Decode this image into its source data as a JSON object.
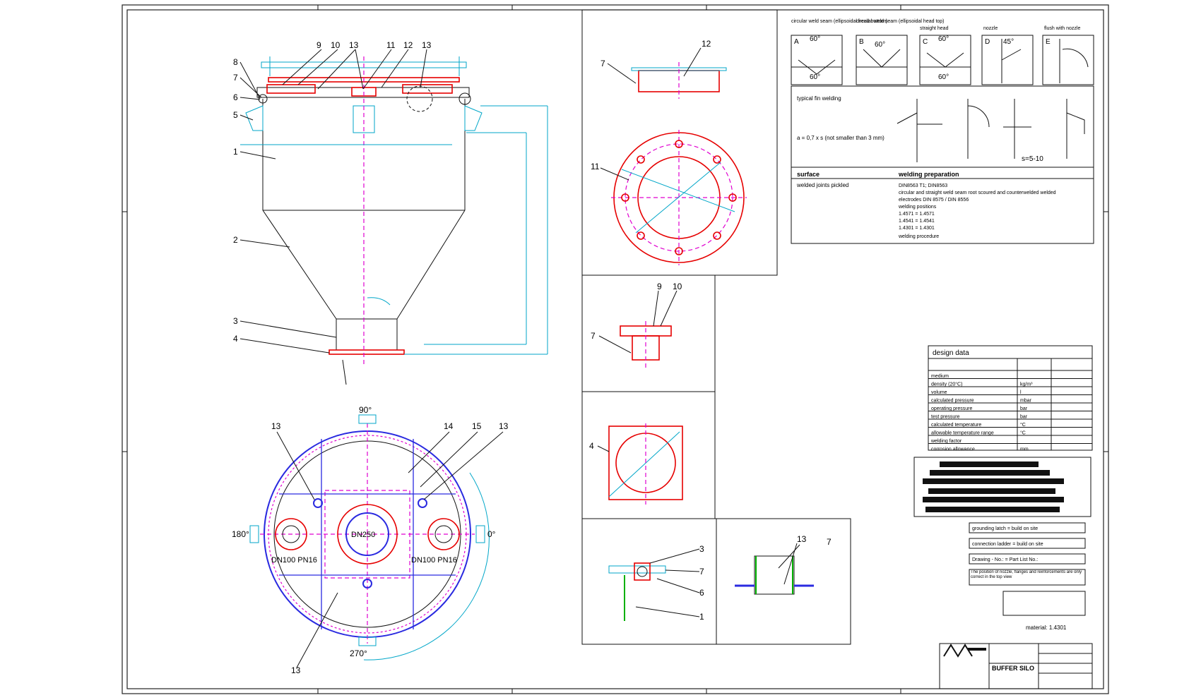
{
  "main_view": {
    "callouts": [
      "8",
      "7",
      "6",
      "5",
      "1",
      "2",
      "3",
      "4",
      "9",
      "10",
      "13",
      "11",
      "12",
      "13"
    ]
  },
  "plan_view": {
    "angles": [
      "90°",
      "180°",
      "0°",
      "270°"
    ],
    "callouts": [
      "13",
      "14",
      "15",
      "13",
      "13"
    ],
    "labels": {
      "left_nozzle": "DN100 PN16",
      "right_nozzle": "DN100 PN16",
      "center": "DN250"
    }
  },
  "details": {
    "weld_types": [
      {
        "id": "A",
        "label": "circular weld seam (ellipsoidal head bottom)",
        "angles": [
          "60°",
          "60°"
        ]
      },
      {
        "id": "B",
        "label": "circular weld seam (ellipsoidal head top)",
        "angles": [
          "60°"
        ]
      },
      {
        "id": "C",
        "label": "straight head",
        "angles": [
          "60°",
          "60°"
        ]
      },
      {
        "id": "D",
        "label": "nozzle",
        "angles": [
          "45°"
        ]
      },
      {
        "id": "E",
        "label": "flush with nozzle",
        "angles": []
      }
    ],
    "fillet_note": "typical fin welding",
    "fillet_formula": "a = 0,7 x s  (not smaller than 3 mm)",
    "fillet_dim": "s=5-10",
    "inlet_callouts": [
      "7",
      "12"
    ],
    "flange_callout": "11",
    "explosion_callouts": [
      "9",
      "10",
      "7"
    ],
    "outlet_callout": "4",
    "detail_x_callouts": [
      "3",
      "7",
      "6",
      "1"
    ],
    "detail_y_callouts": [
      "13",
      "7"
    ]
  },
  "notes": {
    "surface_label": "surface",
    "surface_value": "welded joints pickled",
    "welding_label": "welding preparation",
    "welding_lines": [
      "DIN8563 T1; DIN8563",
      "circular and straight weld seam root scoured and counterwelded welded",
      "electrodes DIN 8575 / DIN 8556",
      "welding positions",
      "1.4571 = 1.4571",
      "1.4541 = 1.4541",
      "1.4301 = 1.4301",
      "welding procedure"
    ]
  },
  "design_table": {
    "title": "design data",
    "header": "",
    "rows": [
      {
        "p": "medium",
        "u": "",
        "v": ""
      },
      {
        "p": "density (20°C)",
        "u": "kg/m³",
        "v": ""
      },
      {
        "p": "volume",
        "u": "l",
        "v": ""
      },
      {
        "p": "calculated pressure",
        "u": "mbar",
        "v": ""
      },
      {
        "p": "operating pressure",
        "u": "bar",
        "v": ""
      },
      {
        "p": "test pressure",
        "u": "bar",
        "v": ""
      },
      {
        "p": "calculated temperature",
        "u": "°C",
        "v": ""
      },
      {
        "p": "allowable temperature range",
        "u": "°C",
        "v": ""
      },
      {
        "p": "welding factor",
        "u": "",
        "v": ""
      },
      {
        "p": "corrosion allowance",
        "u": "mm",
        "v": ""
      }
    ]
  },
  "title_block": {
    "notes": [
      "grounding latch = build on site",
      "connection ladder = build on site",
      "Drawing - No.: = Part List No.:"
    ],
    "nozzle_note": "The position of nozzle, flanges and reinforcements are only correct in the top view",
    "spec_note": "",
    "material_line": "material: 1.4301",
    "weight_line": "",
    "title": "BUFFER SILO",
    "colors": {
      "cyan": "#00a6c8",
      "red": "#e60000",
      "magenta": "#e000d0",
      "blue": "#2a2ae0",
      "green": "#00b000"
    }
  }
}
